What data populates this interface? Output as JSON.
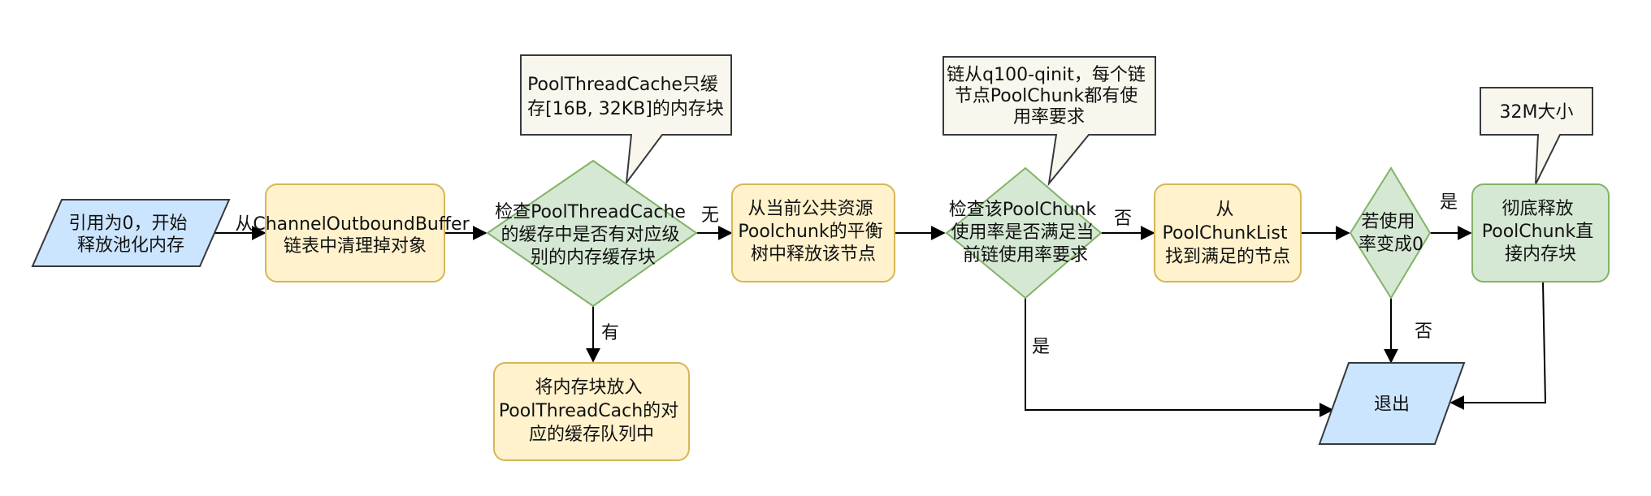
{
  "colors": {
    "blue_fill": "#cce5ff",
    "blue_stroke": "#36393d",
    "yellow_fill": "#fff2cc",
    "yellow_stroke": "#d6b656",
    "green_fill": "#d5e8d4",
    "green_stroke": "#82b366",
    "note_fill": "#f9f7ed",
    "note_stroke": "#36393d",
    "line": "#000000"
  },
  "nodes": {
    "start": [
      "引用为0，开始",
      "释放池化内存"
    ],
    "clean": [
      "从ChannelOutboundBuffer",
      "链表中清理掉对象"
    ],
    "check_cache": [
      "检查PoolThreadCache",
      "的缓存中是否有对应级",
      "别的内存缓存块"
    ],
    "put_cache": [
      "将内存块放入",
      "PoolThreadCach的对",
      "应的缓存队列中"
    ],
    "release_tree": [
      "从当前公共资源",
      "Poolchunk的平衡",
      "树中释放该节点"
    ],
    "check_usage": [
      "检查该PoolChunk",
      "使用率是否满足当",
      "前链使用率要求"
    ],
    "find_node": [
      "从",
      "PoolChunkList",
      "找到满足的节点"
    ],
    "usage_zero": [
      "若使用",
      "率变成0"
    ],
    "release_chunk": [
      "彻底释放",
      "PoolChunk直",
      "接内存块"
    ],
    "exit": [
      "退出"
    ]
  },
  "notes": {
    "cache_note": [
      "PoolThreadCache只缓",
      "存[16B, 32KB]的内存块"
    ],
    "chain_note": [
      "链从q100-qinit，每个链",
      "节点PoolChunk都有使",
      "用率要求"
    ],
    "size_note": [
      "32M大小"
    ]
  },
  "edge_labels": {
    "none": "无",
    "has": "有",
    "no_1": "否",
    "yes_1": "是",
    "yes_2": "是",
    "no_2": "否"
  }
}
